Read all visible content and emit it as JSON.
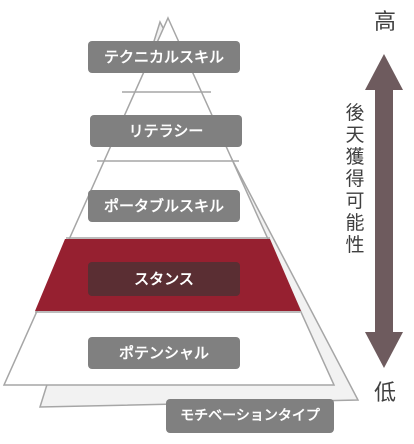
{
  "levels": [
    {
      "label": "テクニカルスキル",
      "fill": "#808080"
    },
    {
      "label": "リテラシー",
      "fill": "#808080"
    },
    {
      "label": "ポータブルスキル",
      "fill": "#808080"
    },
    {
      "label": "スタンス",
      "fill": "#5a2e33",
      "band_fill": "#962030"
    },
    {
      "label": "ポテンシャル",
      "fill": "#808080"
    }
  ],
  "base_label": "モチベーションタイプ",
  "axis": {
    "high_label": "高",
    "low_label": "低",
    "vertical_text": "後天獲得可能性",
    "arrow_color": "#6e5b5e"
  },
  "colors": {
    "outline": "#a6a6a6",
    "shadow_triangle_fill": "#f2f2f2",
    "main_triangle_fill": "#ffffff",
    "label_fill": "#808080"
  }
}
